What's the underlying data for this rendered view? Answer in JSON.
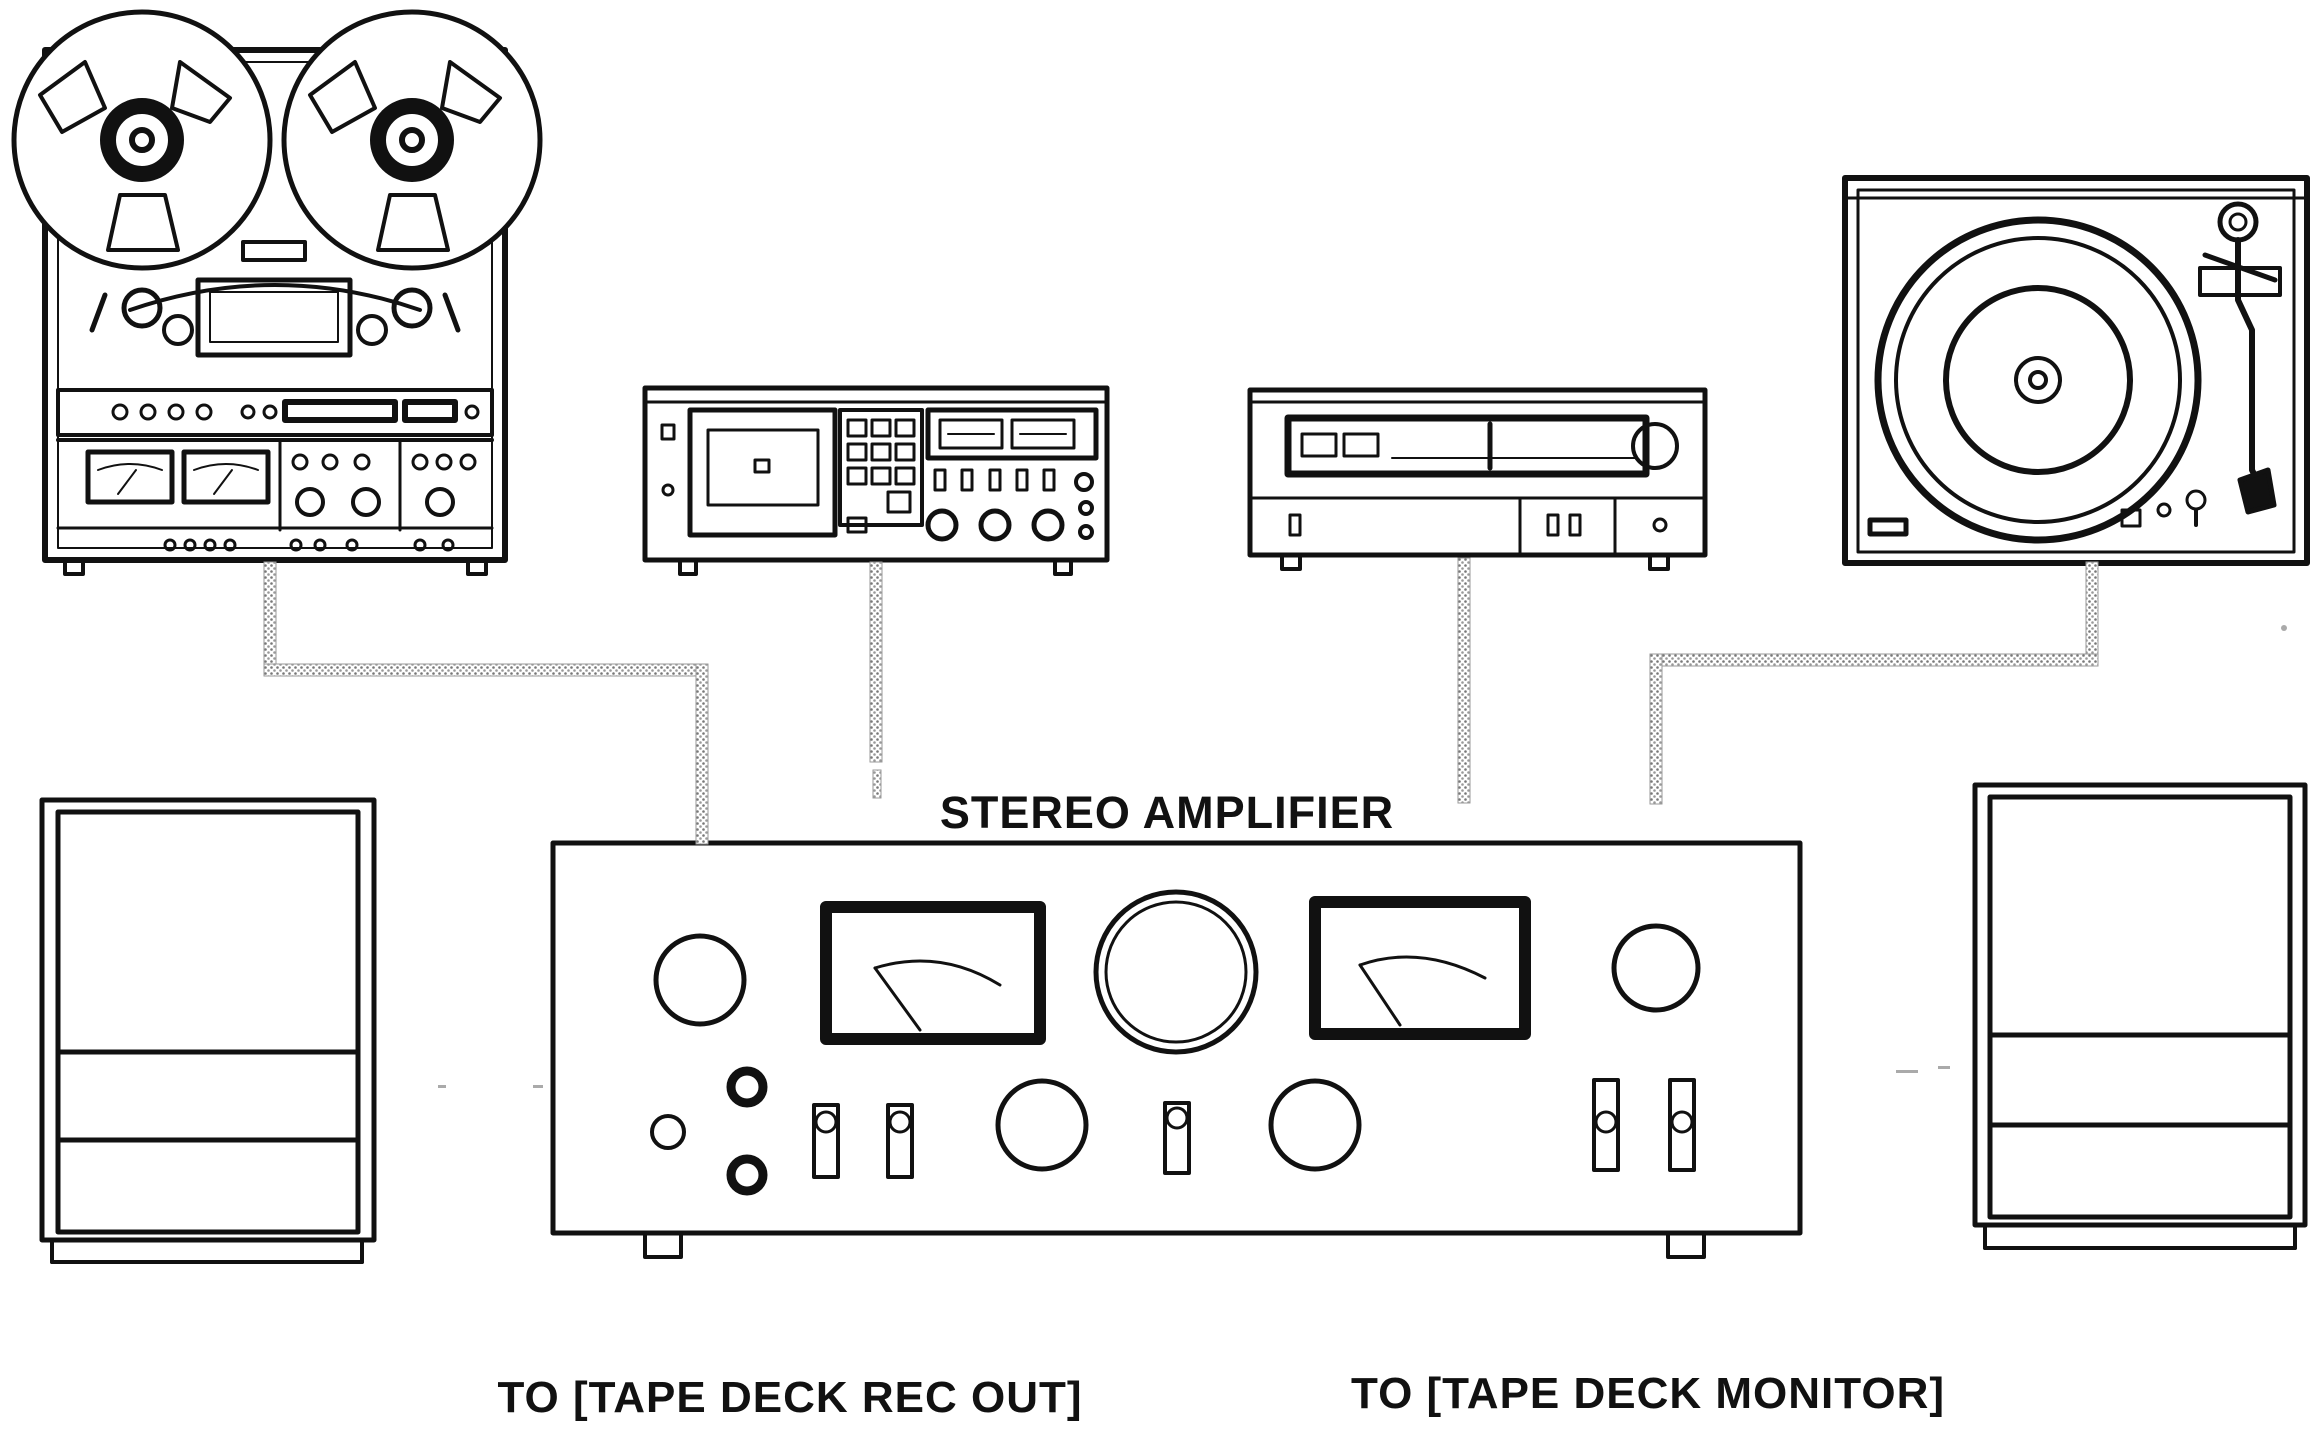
{
  "diagram": {
    "amplifier_label": "STEREO AMPLIFIER",
    "caption_left": "TO [TAPE DECK REC OUT]",
    "caption_right": "TO [TAPE DECK MONITOR]"
  }
}
